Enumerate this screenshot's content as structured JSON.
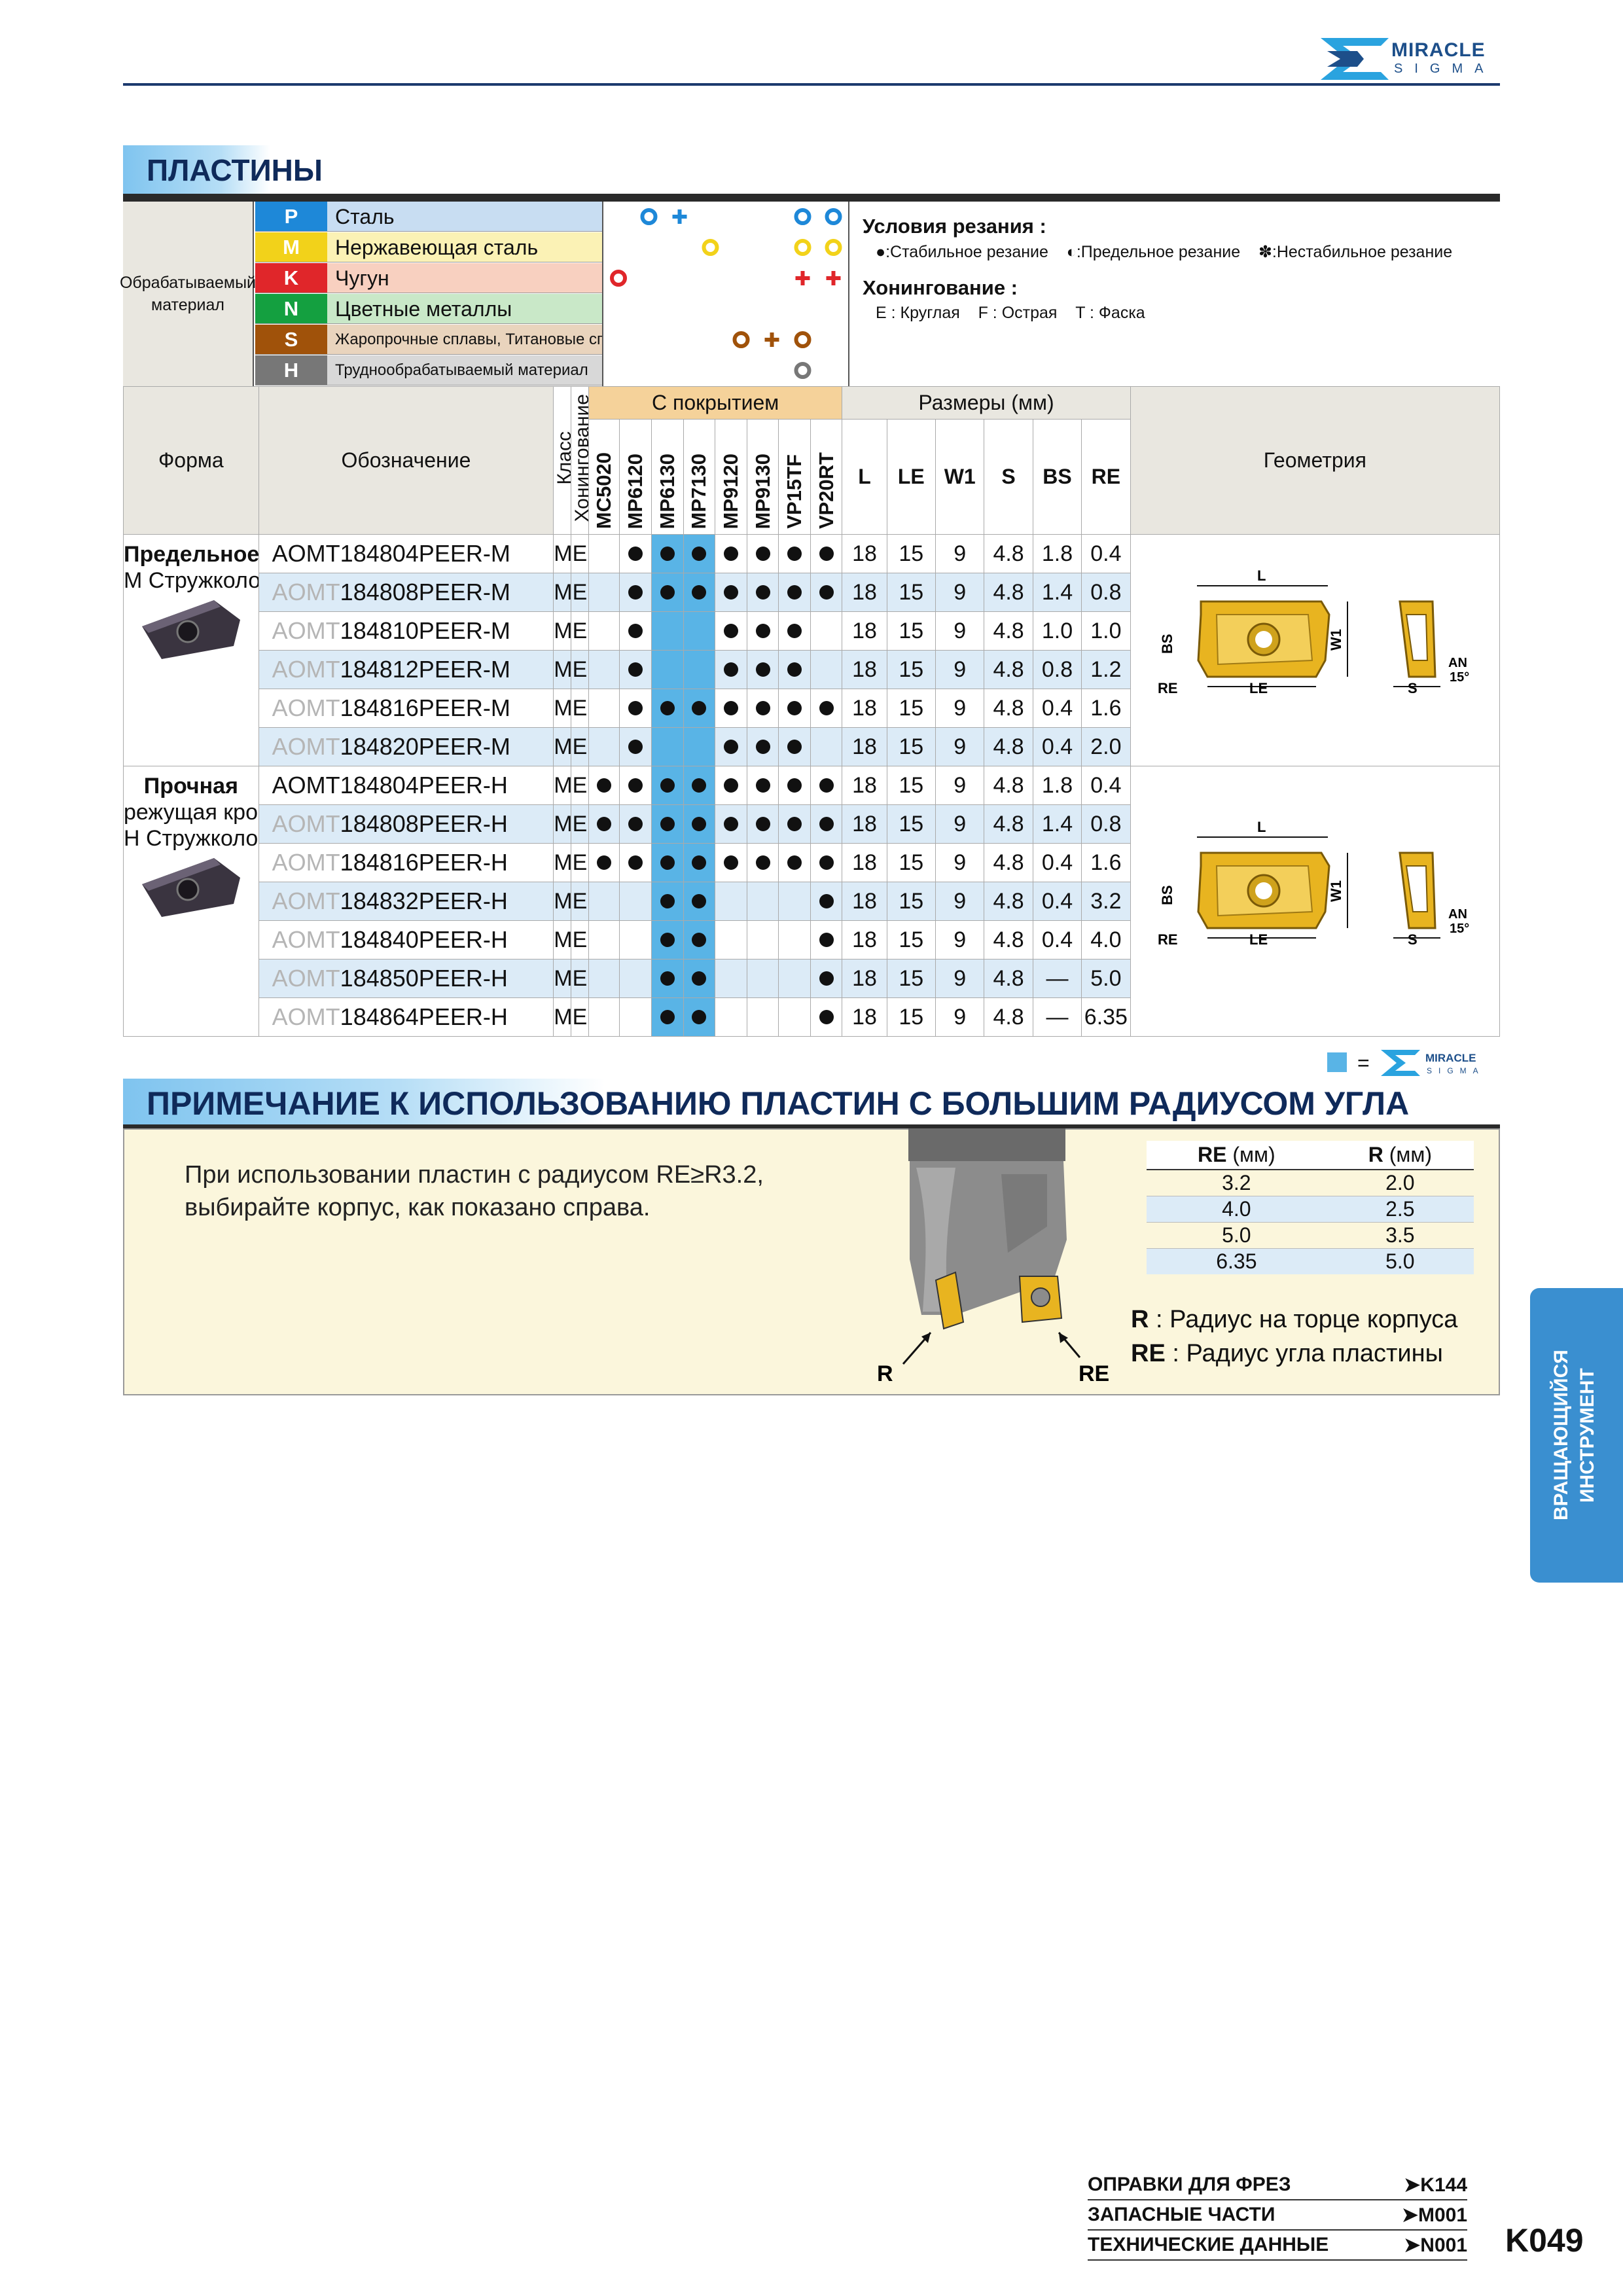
{
  "brand": {
    "line1": "MIRACLE",
    "line2": "SIGMA"
  },
  "section1_title": "ПЛАСТИНЫ",
  "material_label": "Обрабатываемый материал",
  "materials": [
    {
      "code": "P",
      "name": "Сталь",
      "color": "#1e88d8",
      "bg": "#c8ddf2"
    },
    {
      "code": "M",
      "name": "Нержавеющая сталь",
      "color": "#f2d21a",
      "bg": "#fbf2b5"
    },
    {
      "code": "K",
      "name": "Чугун",
      "color": "#e0262a",
      "bg": "#f8d0c0"
    },
    {
      "code": "N",
      "name": "Цветные металлы",
      "color": "#14a040",
      "bg": "#c9e8c8"
    },
    {
      "code": "S",
      "name": "Жаропрочные сплавы, Титановые сплавы",
      "color": "#a0520a",
      "bg": "#e9d4bd"
    },
    {
      "code": "H",
      "name": "Труднообрабатываемый материал",
      "color": "#777777",
      "bg": "#d8d8d8"
    }
  ],
  "conditions": {
    "title": "Условия резания :",
    "items": [
      "●:Стабильное резание",
      "◐:Предельное резание",
      "✽:Нестабильное резание"
    ],
    "honing_title": "Хонингование :",
    "honing": [
      "E : Круглая",
      "F : Острая",
      "T : Фаска"
    ]
  },
  "headers": {
    "form": "Форма",
    "designation": "Обозначение",
    "class": "Класс",
    "honing": "Хонингование",
    "coated": "С покрытием",
    "dims": "Размеры (мм)",
    "geometry": "Геометрия",
    "grades": [
      "MC5020",
      "MP6120",
      "MP6130",
      "MP7130",
      "MP9120",
      "MP9130",
      "VP15TF",
      "VP20RT"
    ],
    "dim_cols": [
      "L",
      "LE",
      "W1",
      "S",
      "BS",
      "RE"
    ]
  },
  "groups": [
    {
      "form_line1": "Предельное",
      "form_line2": "M Стружколом"
    },
    {
      "form_line1": "Прочная",
      "form_line2": "режущая кромка",
      "form_line3": "H Стружколом"
    }
  ],
  "rows": [
    {
      "g": "AOMT",
      "s": "184804PEER-M",
      "grayPrefix": false,
      "cls": "M",
      "hon": "E",
      "dots": [
        0,
        1,
        1,
        1,
        1,
        1,
        1,
        1
      ],
      "L": "18",
      "LE": "15",
      "W1": "9",
      "S": "4.8",
      "BS": "1.8",
      "RE": "0.4"
    },
    {
      "g": "AOMT",
      "s": "184808PEER-M",
      "grayPrefix": true,
      "cls": "M",
      "hon": "E",
      "dots": [
        0,
        1,
        1,
        1,
        1,
        1,
        1,
        1
      ],
      "L": "18",
      "LE": "15",
      "W1": "9",
      "S": "4.8",
      "BS": "1.4",
      "RE": "0.8"
    },
    {
      "g": "AOMT",
      "s": "184810PEER-M",
      "grayPrefix": true,
      "cls": "M",
      "hon": "E",
      "dots": [
        0,
        1,
        0,
        0,
        1,
        1,
        1,
        0
      ],
      "L": "18",
      "LE": "15",
      "W1": "9",
      "S": "4.8",
      "BS": "1.0",
      "RE": "1.0"
    },
    {
      "g": "AOMT",
      "s": "184812PEER-M",
      "grayPrefix": true,
      "cls": "M",
      "hon": "E",
      "dots": [
        0,
        1,
        0,
        0,
        1,
        1,
        1,
        0
      ],
      "L": "18",
      "LE": "15",
      "W1": "9",
      "S": "4.8",
      "BS": "0.8",
      "RE": "1.2"
    },
    {
      "g": "AOMT",
      "s": "184816PEER-M",
      "grayPrefix": true,
      "cls": "M",
      "hon": "E",
      "dots": [
        0,
        1,
        1,
        1,
        1,
        1,
        1,
        1
      ],
      "L": "18",
      "LE": "15",
      "W1": "9",
      "S": "4.8",
      "BS": "0.4",
      "RE": "1.6"
    },
    {
      "g": "AOMT",
      "s": "184820PEER-M",
      "grayPrefix": true,
      "cls": "M",
      "hon": "E",
      "dots": [
        0,
        1,
        0,
        0,
        1,
        1,
        1,
        0
      ],
      "L": "18",
      "LE": "15",
      "W1": "9",
      "S": "4.8",
      "BS": "0.4",
      "RE": "2.0"
    },
    {
      "g": "AOMT",
      "s": "184804PEER-H",
      "grayPrefix": false,
      "cls": "M",
      "hon": "E",
      "dots": [
        1,
        1,
        1,
        1,
        1,
        1,
        1,
        1
      ],
      "L": "18",
      "LE": "15",
      "W1": "9",
      "S": "4.8",
      "BS": "1.8",
      "RE": "0.4"
    },
    {
      "g": "AOMT",
      "s": "184808PEER-H",
      "grayPrefix": true,
      "cls": "M",
      "hon": "E",
      "dots": [
        1,
        1,
        1,
        1,
        1,
        1,
        1,
        1
      ],
      "L": "18",
      "LE": "15",
      "W1": "9",
      "S": "4.8",
      "BS": "1.4",
      "RE": "0.8"
    },
    {
      "g": "AOMT",
      "s": "184816PEER-H",
      "grayPrefix": true,
      "cls": "M",
      "hon": "E",
      "dots": [
        1,
        1,
        1,
        1,
        1,
        1,
        1,
        1
      ],
      "L": "18",
      "LE": "15",
      "W1": "9",
      "S": "4.8",
      "BS": "0.4",
      "RE": "1.6"
    },
    {
      "g": "AOMT",
      "s": "184832PEER-H",
      "grayPrefix": true,
      "cls": "M",
      "hon": "E",
      "dots": [
        0,
        0,
        1,
        1,
        0,
        0,
        0,
        1
      ],
      "L": "18",
      "LE": "15",
      "W1": "9",
      "S": "4.8",
      "BS": "0.4",
      "RE": "3.2"
    },
    {
      "g": "AOMT",
      "s": "184840PEER-H",
      "grayPrefix": true,
      "cls": "M",
      "hon": "E",
      "dots": [
        0,
        0,
        1,
        1,
        0,
        0,
        0,
        1
      ],
      "L": "18",
      "LE": "15",
      "W1": "9",
      "S": "4.8",
      "BS": "0.4",
      "RE": "4.0"
    },
    {
      "g": "AOMT",
      "s": "184850PEER-H",
      "grayPrefix": true,
      "cls": "M",
      "hon": "E",
      "dots": [
        0,
        0,
        1,
        1,
        0,
        0,
        0,
        1
      ],
      "L": "18",
      "LE": "15",
      "W1": "9",
      "S": "4.8",
      "BS": "—",
      "RE": "5.0"
    },
    {
      "g": "AOMT",
      "s": "184864PEER-H",
      "grayPrefix": true,
      "cls": "M",
      "hon": "E",
      "dots": [
        0,
        0,
        1,
        1,
        0,
        0,
        0,
        1
      ],
      "L": "18",
      "LE": "15",
      "W1": "9",
      "S": "4.8",
      "BS": "—",
      "RE": "6.35"
    }
  ],
  "geometry_labels": {
    "L": "L",
    "LE": "LE",
    "W1": "W1",
    "BS": "BS",
    "RE": "RE",
    "S": "S",
    "AN": "AN",
    "angle": "15°"
  },
  "legend_eq": "=",
  "section2_title": "ПРИМЕЧАНИЕ К ИСПОЛЬЗОВАНИЮ ПЛАСТИН С БОЛЬШИМ РАДИУСОМ УГЛА",
  "note_line1": "При использовании пластин с радиусом RE≥R3.2,",
  "note_line2": "выбирайте корпус, как показано справа.",
  "re_table": {
    "h1": "RE",
    "h1u": "(мм)",
    "h2": "R",
    "h2u": "(мм)",
    "rows": [
      [
        "3.2",
        "2.0"
      ],
      [
        "4.0",
        "2.5"
      ],
      [
        "5.0",
        "3.5"
      ],
      [
        "6.35",
        "5.0"
      ]
    ]
  },
  "r_legend": [
    {
      "k": "R",
      "v": ": Радиус на торце корпуса"
    },
    {
      "k": "RE",
      "v": ": Радиус угла пластины"
    }
  ],
  "fig_labels": {
    "R": "R",
    "RE": "RE"
  },
  "side_tab": "ВРАЩАЮЩИЙСЯ ИНСТРУМЕНТ",
  "refs": [
    {
      "label": "ОПРАВКИ ДЛЯ ФРЕЗ",
      "page": "K144"
    },
    {
      "label": "ЗАПАСНЫЕ ЧАСТИ",
      "page": "M001"
    },
    {
      "label": "ТЕХНИЧЕСКИЕ ДАННЫЕ",
      "page": "N001"
    }
  ],
  "page_number": "K049",
  "colors": {
    "accent_blue": "#59b4e6",
    "light_blue": "#dcebf7",
    "coat_header": "#f5d29a",
    "navy": "#1d3a6e",
    "insert_gold": "#e8b420"
  }
}
